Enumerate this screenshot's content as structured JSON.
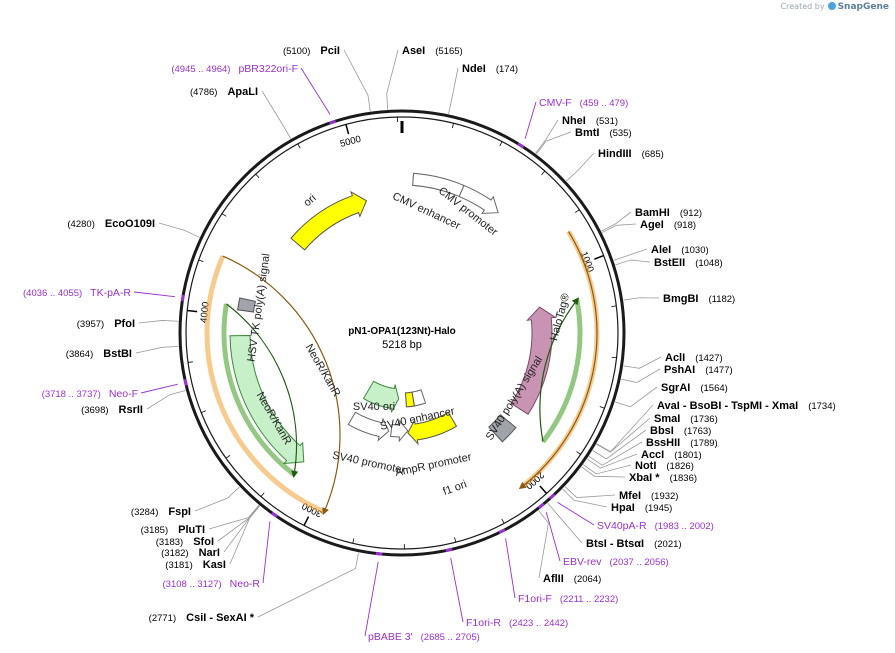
{
  "credit": {
    "prefix": "Created by",
    "brand": "SnapGene"
  },
  "plasmid": {
    "name": "pN1-OPA1(123Nt)-Halo",
    "size_label": "5218 bp",
    "length": 5218
  },
  "ticks": [
    "1000",
    "2000",
    "3000",
    "4000",
    "5000"
  ],
  "enzymes": [
    {
      "name": "AseI",
      "pos": "(5165)",
      "bp": 5165
    },
    {
      "name": "NdeI",
      "pos": "(174)",
      "bp": 174
    },
    {
      "name": "NheI",
      "pos": "(531)",
      "bp": 531
    },
    {
      "name": "BmtI",
      "pos": "(535)",
      "bp": 535
    },
    {
      "name": "HindIII",
      "pos": "(685)",
      "bp": 685
    },
    {
      "name": "BamHI",
      "pos": "(912)",
      "bp": 912
    },
    {
      "name": "AgeI",
      "pos": "(918)",
      "bp": 918
    },
    {
      "name": "AleI",
      "pos": "(1030)",
      "bp": 1030
    },
    {
      "name": "BstEII",
      "pos": "(1048)",
      "bp": 1048
    },
    {
      "name": "BmgBI",
      "pos": "(1182)",
      "bp": 1182
    },
    {
      "name": "AclI",
      "pos": "(1427)",
      "bp": 1427
    },
    {
      "name": "PshAI",
      "pos": "(1477)",
      "bp": 1477
    },
    {
      "name": "SgrAI",
      "pos": "(1564)",
      "bp": 1564
    },
    {
      "name": "AvaI - BsoBI - TspMI - XmaI",
      "pos": "(1734)",
      "bp": 1734
    },
    {
      "name": "SmaI",
      "pos": "(1736)",
      "bp": 1736
    },
    {
      "name": "BbsI",
      "pos": "(1763)",
      "bp": 1763
    },
    {
      "name": "BssHII",
      "pos": "(1789)",
      "bp": 1789
    },
    {
      "name": "AccI",
      "pos": "(1801)",
      "bp": 1801
    },
    {
      "name": "NotI",
      "pos": "(1826)",
      "bp": 1826
    },
    {
      "name": "XbaI *",
      "pos": "(1836)",
      "bp": 1836
    },
    {
      "name": "MfeI",
      "pos": "(1932)",
      "bp": 1932
    },
    {
      "name": "HpaI",
      "pos": "(1945)",
      "bp": 1945
    },
    {
      "name": "BtsI - BtsαI",
      "pos": "(2021)",
      "bp": 2021
    },
    {
      "name": "AflII",
      "pos": "(2064)",
      "bp": 2064
    },
    {
      "name": "CsiI - SexAI *",
      "pos": "(2771)",
      "bp": 2771
    },
    {
      "name": "KasI",
      "pos": "(3181)",
      "bp": 3181
    },
    {
      "name": "NarI",
      "pos": "(3182)",
      "bp": 3182
    },
    {
      "name": "SfoI",
      "pos": "(3183)",
      "bp": 3183
    },
    {
      "name": "PluTI",
      "pos": "(3185)",
      "bp": 3185
    },
    {
      "name": "FspI",
      "pos": "(3284)",
      "bp": 3284
    },
    {
      "name": "RsrII",
      "pos": "(3698)",
      "bp": 3698
    },
    {
      "name": "BstBI",
      "pos": "(3864)",
      "bp": 3864
    },
    {
      "name": "PfoI",
      "pos": "(3957)",
      "bp": 3957
    },
    {
      "name": "EcoO109I",
      "pos": "(4280)",
      "bp": 4280
    },
    {
      "name": "ApaLI",
      "pos": "(4786)",
      "bp": 4786
    },
    {
      "name": "PciI",
      "pos": "(5100)",
      "bp": 5100
    }
  ],
  "primers": [
    {
      "name": "CMV-F",
      "range": "(459 .. 479)",
      "bp": 469
    },
    {
      "name": "SV40pA-R",
      "range": "(1983 .. 2002)",
      "bp": 1992
    },
    {
      "name": "EBV-rev",
      "range": "(2037 .. 2056)",
      "bp": 2046
    },
    {
      "name": "F1ori-F",
      "range": "(2211 .. 2232)",
      "bp": 2221
    },
    {
      "name": "F1ori-R",
      "range": "(2423 .. 2442)",
      "bp": 2432
    },
    {
      "name": "pBABE 3'",
      "range": "(2685 .. 2705)",
      "bp": 2695
    },
    {
      "name": "Neo-R",
      "range": "(3108 .. 3127)",
      "bp": 3117
    },
    {
      "name": "Neo-F",
      "range": "(3718 .. 3737)",
      "bp": 3727
    },
    {
      "name": "TK-pA-R",
      "range": "(4036 .. 4055)",
      "bp": 4045
    },
    {
      "name": "pBR322ori-F",
      "range": "(4945 .. 4964)",
      "bp": 4954
    }
  ],
  "features": [
    {
      "name": "CMV enhancer"
    },
    {
      "name": "CMV promoter"
    },
    {
      "name": "HaloTag®"
    },
    {
      "name": "SV40 poly(A) signal"
    },
    {
      "name": "f1 ori"
    },
    {
      "name": "AmpR promoter"
    },
    {
      "name": "SV40 promoter"
    },
    {
      "name": "SV40 enhancer"
    },
    {
      "name": "SV40 ori"
    },
    {
      "name": "NeoR/KanR"
    },
    {
      "name": "HSV TK poly(A) signal"
    },
    {
      "name": "ori"
    }
  ],
  "colors": {
    "backbone": "#1a1a1a",
    "orf_orange": "#f0a030",
    "orf_green": "#3a9a1e",
    "halotag": "#c994b4",
    "neo": "#c8f0c8",
    "ori_yellow": "#ffff00",
    "polya_gray": "#a0a4aa",
    "promoter_white": "#ffffff",
    "primer_purple": "#9b30d0"
  }
}
